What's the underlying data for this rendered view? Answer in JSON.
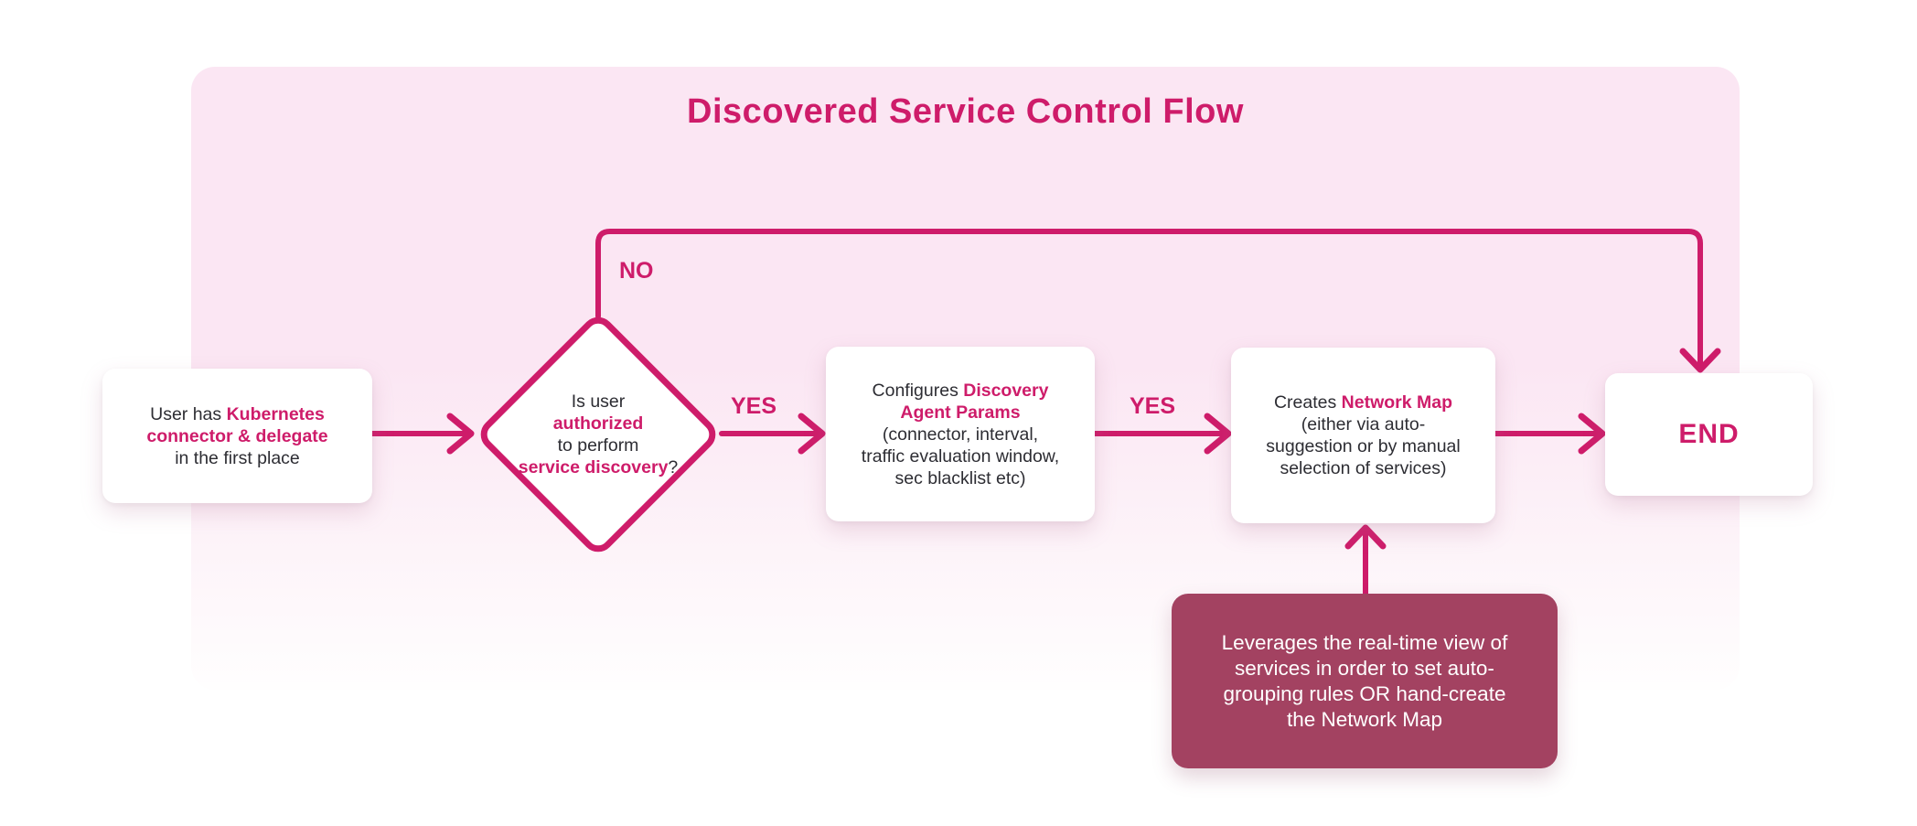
{
  "title": "Discovered Service Control Flow",
  "colors": {
    "accent": "#ce1c6a",
    "background_pink": "#fbe6f3",
    "text_dark": "#2d2d33",
    "node_bg": "#ffffff",
    "callout_bg": "#a34261",
    "callout_text": "#ffffff"
  },
  "edge_labels": {
    "no": "NO",
    "yes_1": "YES",
    "yes_2": "YES"
  },
  "nodes": {
    "start": {
      "type": "process",
      "text": "User has **Kubernetes\nconnector & delegate**\nin the first place"
    },
    "decision": {
      "type": "decision",
      "text": "Is user\n**authorized**\nto perform\n**service discovery**?"
    },
    "configure": {
      "type": "process",
      "text": "Configures **Discovery\nAgent Params**\n(connector, interval,\ntraffic evaluation window,\nsec blacklist etc)"
    },
    "create": {
      "type": "process",
      "text": "Creates **Network Map**\n(either via auto-\nsuggestion or by manual\nselection of services)"
    },
    "end": {
      "type": "terminal",
      "text": "END"
    },
    "callout": {
      "type": "note",
      "text": "Leverages the real-time view of\nservices in order to set auto-\ngrouping rules OR hand-create\nthe Network Map"
    }
  }
}
